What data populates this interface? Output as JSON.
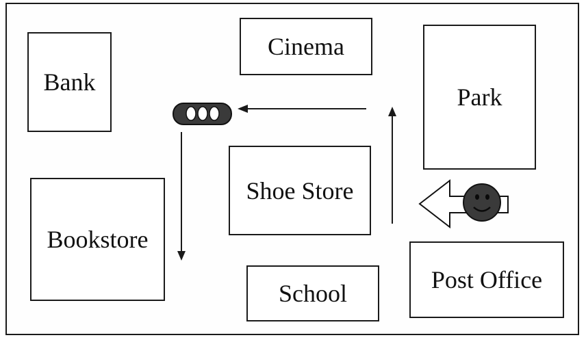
{
  "map": {
    "buildings": [
      {
        "id": "bank",
        "label": "Bank"
      },
      {
        "id": "cinema",
        "label": "Cinema"
      },
      {
        "id": "park",
        "label": "Park"
      },
      {
        "id": "shoe-store",
        "label": "Shoe Store"
      },
      {
        "id": "bookstore",
        "label": "Bookstore"
      },
      {
        "id": "school",
        "label": "School"
      },
      {
        "id": "post-office",
        "label": "Post Office"
      }
    ],
    "symbols": {
      "traffic_light": "traffic-light-icon",
      "person": "smiley-person-icon",
      "start_direction": "left-arrow"
    },
    "route": [
      "up",
      "left",
      "down"
    ],
    "colors": {
      "line": "#1a1a1a",
      "fill_dark": "#3a3a3a",
      "background": "#ffffff"
    }
  }
}
